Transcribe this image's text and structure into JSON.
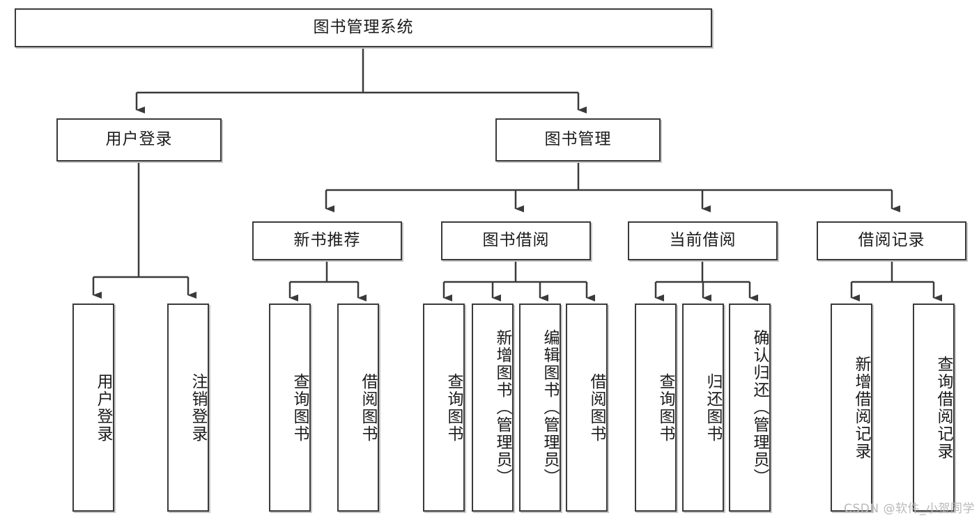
{
  "diagram": {
    "title": "图书管理系统",
    "type": "tree-hierarchy",
    "watermark": "CSDN @软件_小贺同学",
    "root": {
      "id": "root",
      "label": "图书管理系统"
    },
    "level2": [
      {
        "id": "user-login",
        "label": "用户登录"
      },
      {
        "id": "book-manage",
        "label": "图书管理"
      }
    ],
    "level3": [
      {
        "id": "new-book-recommend",
        "label": "新书推荐"
      },
      {
        "id": "book-borrow",
        "label": "图书借阅"
      },
      {
        "id": "current-borrow",
        "label": "当前借阅"
      },
      {
        "id": "borrow-record",
        "label": "借阅记录"
      }
    ],
    "leaves": {
      "user_login": [
        {
          "id": "leaf-user-login",
          "label": "用户登录"
        },
        {
          "id": "leaf-logout-login",
          "label": "注销登录"
        }
      ],
      "new_book_recommend": [
        {
          "id": "leaf-query-book-1",
          "label": "查询图书"
        },
        {
          "id": "leaf-borrow-book-1",
          "label": "借阅图书"
        }
      ],
      "book_borrow": [
        {
          "id": "leaf-query-book-2",
          "label": "查询图书"
        },
        {
          "id": "leaf-add-book",
          "label": "新增图书（管理员）"
        },
        {
          "id": "leaf-edit-book",
          "label": "编辑图书（管理员）"
        },
        {
          "id": "leaf-borrow-book-2",
          "label": "借阅图书"
        }
      ],
      "current_borrow": [
        {
          "id": "leaf-query-book-3",
          "label": "查询图书"
        },
        {
          "id": "leaf-return-book",
          "label": "归还图书"
        },
        {
          "id": "leaf-confirm-return",
          "label": "确认归还（管理员）"
        }
      ],
      "borrow_record": [
        {
          "id": "leaf-add-record",
          "label": "新增借阅记录"
        },
        {
          "id": "leaf-query-record",
          "label": "查询借阅记录"
        }
      ]
    },
    "colors": {
      "stroke": "#3a3a3a",
      "background": "#ffffff",
      "text": "#1b1b1b",
      "watermark": "#b9b9b9"
    }
  }
}
